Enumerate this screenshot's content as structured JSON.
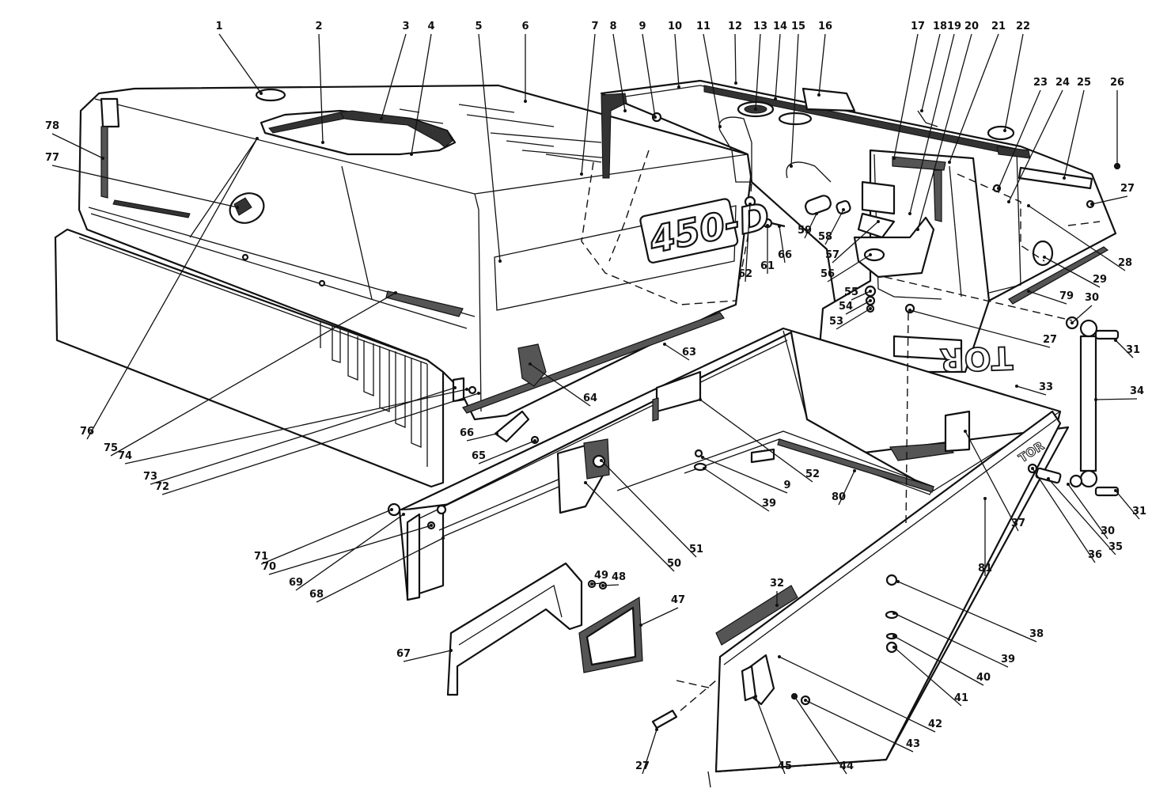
{
  "model_label": "450-D",
  "brand_label_rear": "TOR",
  "brand_label_side": "TOR",
  "callouts": [
    {
      "id": "c1",
      "text": "1"
    },
    {
      "id": "c2",
      "text": "2"
    },
    {
      "id": "c3",
      "text": "3"
    },
    {
      "id": "c4",
      "text": "4"
    },
    {
      "id": "c5",
      "text": "5"
    },
    {
      "id": "c6",
      "text": "6"
    },
    {
      "id": "c7",
      "text": "7"
    },
    {
      "id": "c8",
      "text": "8"
    },
    {
      "id": "c9a",
      "text": "9"
    },
    {
      "id": "c10",
      "text": "10"
    },
    {
      "id": "c11",
      "text": "11"
    },
    {
      "id": "c12",
      "text": "12"
    },
    {
      "id": "c13",
      "text": "13"
    },
    {
      "id": "c14",
      "text": "14"
    },
    {
      "id": "c15",
      "text": "15"
    },
    {
      "id": "c16",
      "text": "16"
    },
    {
      "id": "c17",
      "text": "17"
    },
    {
      "id": "c18",
      "text": "18"
    },
    {
      "id": "c19",
      "text": "19"
    },
    {
      "id": "c20",
      "text": "20"
    },
    {
      "id": "c21",
      "text": "21"
    },
    {
      "id": "c22",
      "text": "22"
    },
    {
      "id": "c23",
      "text": "23"
    },
    {
      "id": "c24",
      "text": "24"
    },
    {
      "id": "c25",
      "text": "25"
    },
    {
      "id": "c26",
      "text": "26"
    },
    {
      "id": "c27a",
      "text": "27"
    },
    {
      "id": "c28",
      "text": "28"
    },
    {
      "id": "c29",
      "text": "29"
    },
    {
      "id": "c79",
      "text": "79"
    },
    {
      "id": "c30a",
      "text": "30"
    },
    {
      "id": "c31a",
      "text": "31"
    },
    {
      "id": "c27b",
      "text": "27"
    },
    {
      "id": "c33",
      "text": "33"
    },
    {
      "id": "c34",
      "text": "34"
    },
    {
      "id": "c31b",
      "text": "31"
    },
    {
      "id": "c30b",
      "text": "30"
    },
    {
      "id": "c35",
      "text": "35"
    },
    {
      "id": "c36a",
      "text": "36"
    },
    {
      "id": "c37",
      "text": "37"
    },
    {
      "id": "c81",
      "text": "81"
    },
    {
      "id": "c80",
      "text": "80"
    },
    {
      "id": "c52",
      "text": "52"
    },
    {
      "id": "c9b",
      "text": "9"
    },
    {
      "id": "c39a",
      "text": "39"
    },
    {
      "id": "c59",
      "text": "59"
    },
    {
      "id": "c58",
      "text": "58"
    },
    {
      "id": "c57",
      "text": "57"
    },
    {
      "id": "c56",
      "text": "56"
    },
    {
      "id": "c55",
      "text": "55"
    },
    {
      "id": "c54",
      "text": "54"
    },
    {
      "id": "c53",
      "text": "53"
    },
    {
      "id": "c62",
      "text": "62"
    },
    {
      "id": "c61",
      "text": "61"
    },
    {
      "id": "c66a",
      "text": "66"
    },
    {
      "id": "c63",
      "text": "63"
    },
    {
      "id": "c64",
      "text": "64"
    },
    {
      "id": "c66b",
      "text": "66"
    },
    {
      "id": "c65",
      "text": "65"
    },
    {
      "id": "c78",
      "text": "78"
    },
    {
      "id": "c77",
      "text": "77"
    },
    {
      "id": "c76",
      "text": "76"
    },
    {
      "id": "c75",
      "text": "75"
    },
    {
      "id": "c74",
      "text": "74"
    },
    {
      "id": "c73",
      "text": "73"
    },
    {
      "id": "c72",
      "text": "72"
    },
    {
      "id": "c71",
      "text": "71"
    },
    {
      "id": "c70",
      "text": "70"
    },
    {
      "id": "c69",
      "text": "69"
    },
    {
      "id": "c68",
      "text": "68"
    },
    {
      "id": "c51",
      "text": "51"
    },
    {
      "id": "c50",
      "text": "50"
    },
    {
      "id": "c49",
      "text": "49"
    },
    {
      "id": "c48",
      "text": "48"
    },
    {
      "id": "c47",
      "text": "47"
    },
    {
      "id": "c67",
      "text": "67"
    },
    {
      "id": "c32",
      "text": "32"
    },
    {
      "id": "c38",
      "text": "38"
    },
    {
      "id": "c39b",
      "text": "39"
    },
    {
      "id": "c40",
      "text": "40"
    },
    {
      "id": "c41",
      "text": "41"
    },
    {
      "id": "c42",
      "text": "42"
    },
    {
      "id": "c43",
      "text": "43"
    },
    {
      "id": "c44",
      "text": "44"
    },
    {
      "id": "c45",
      "text": "45"
    },
    {
      "id": "c27c",
      "text": "27"
    }
  ]
}
